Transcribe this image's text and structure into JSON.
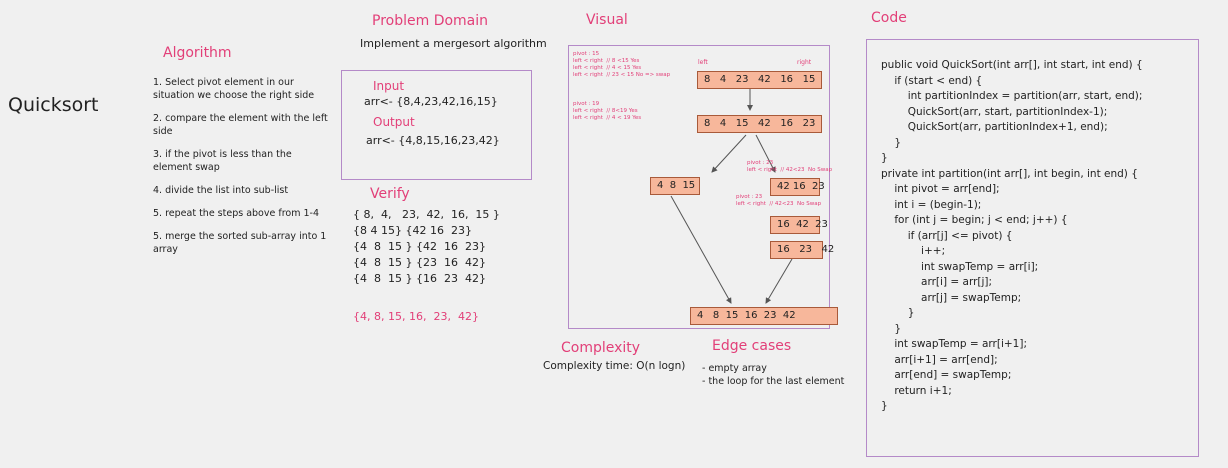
{
  "title": "Quicksort",
  "algorithm": {
    "heading": "Algorithm",
    "steps": [
      "1. Select pivot element in our situation we choose the right side",
      "2. compare the element with the left side",
      "3. if the pivot is less than the element swap",
      "4. divide the list into sub-list",
      "5. repeat the steps above from 1-4",
      "5. merge the sorted sub-array into 1 array"
    ]
  },
  "problem": {
    "heading": "Problem Domain",
    "text": "Implement a mergesort algorithm"
  },
  "io": {
    "input_label": "Input",
    "input_value": "arr<- {8,4,23,42,16,15}",
    "output_label": "Output",
    "output_value": "arr<- {4,8,15,16,23,42}"
  },
  "verify": {
    "heading": "Verify",
    "lines": [
      "{ 8,  4,   23,  42,  16,  15 }",
      "{8 4 15} {42 16  23}",
      "{4  8  15 } {42  16  23}",
      "{4  8  15 } {23  16  42}",
      "{4  8  15 } {16  23  42}"
    ],
    "result": "{4, 8, 15, 16,  23,  42}"
  },
  "visual": {
    "heading": "Visual",
    "left_label": "left",
    "right_label": "right",
    "boxes": [
      "8   4   23   42   16   15",
      "8   4   15   42   16   23",
      "4  8  15",
      "42 16  23",
      "16  42  23",
      "16   23   42",
      "4   8  15  16  23  42"
    ],
    "notes": [
      "pivot : 15\nleft < right  // 8 <15 Yes\nleft < right  // 4 < 15 Yes\nleft < right  // 23 < 15 No => swap",
      "pivot : 19\nleft < right  // 8<19 Yes\nleft < right  // 4 < 19 Yes",
      "pivot : 23\nleft < right  // 42<23  No Swap",
      "pivot : 23\nleft < right  // 42<23  No Swap"
    ]
  },
  "complexity": {
    "heading": "Complexity",
    "text": "Complexity time: O(n logn)"
  },
  "edge": {
    "heading": "Edge cases",
    "items": [
      "- empty array",
      "- the loop for the last element"
    ]
  },
  "code": {
    "heading": "Code",
    "lines": [
      "public void QuickSort(int arr[], int start, int end) {",
      "    if (start < end) {",
      "        int partitionIndex = partition(arr, start, end);",
      "",
      "        QuickSort(arr, start, partitionIndex-1);",
      "        QuickSort(arr, partitionIndex+1, end);",
      "    }",
      "}",
      "private int partition(int arr[], int begin, int end) {",
      "    int pivot = arr[end];",
      "    int i = (begin-1);",
      "",
      "    for (int j = begin; j < end; j++) {",
      "        if (arr[j] <= pivot) {",
      "            i++;",
      "            int swapTemp = arr[i];",
      "            arr[i] = arr[j];",
      "            arr[j] = swapTemp;",
      "        }",
      "    }",
      "    int swapTemp = arr[i+1];",
      "    arr[i+1] = arr[end];",
      "    arr[end] = swapTemp;",
      "",
      "    return i+1;",
      "}"
    ]
  }
}
